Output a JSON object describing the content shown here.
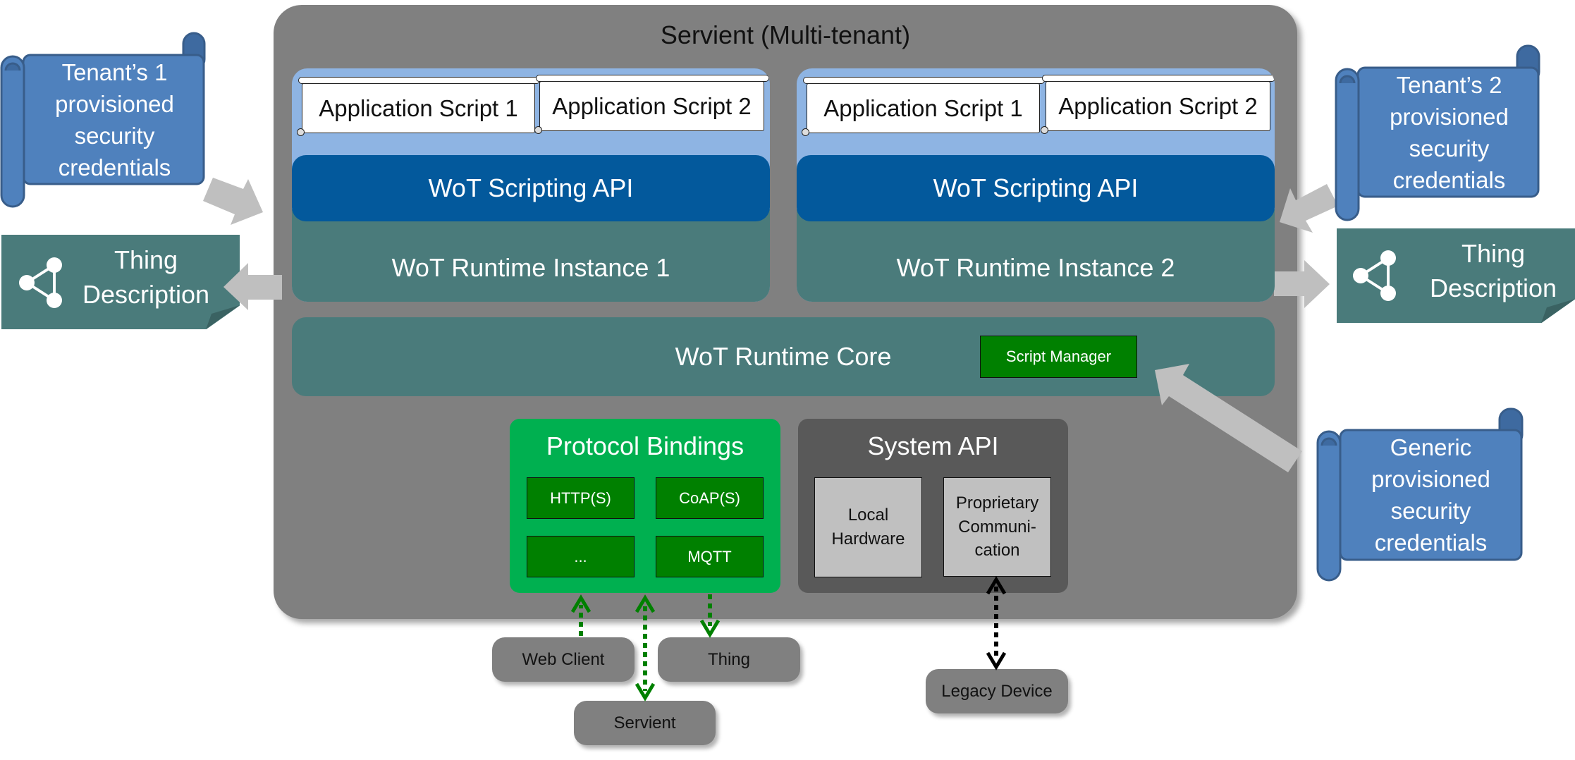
{
  "servient": {
    "title": "Servient (Multi-tenant)"
  },
  "instances": [
    {
      "scripts": [
        "Application Script 1",
        "Application Script 2"
      ],
      "api_label": "WoT Scripting API",
      "runtime_label": "WoT Runtime Instance 1"
    },
    {
      "scripts": [
        "Application Script 1",
        "Application Script 2"
      ],
      "api_label": "WoT Scripting API",
      "runtime_label": "WoT Runtime Instance 2"
    }
  ],
  "core": {
    "label": "WoT Runtime Core",
    "script_manager": "Script Manager"
  },
  "protocol_bindings": {
    "title": "Protocol Bindings",
    "items": [
      "HTTP(S)",
      "CoAP(S)",
      "...",
      "MQTT"
    ]
  },
  "system_api": {
    "title": "System API",
    "items": [
      "Local\nHardware",
      "Proprietary\nCommuni-\ncation"
    ],
    "local_hardware": [
      "Local",
      "Hardware"
    ],
    "proprietary": [
      "Proprietary",
      "Communi-",
      "cation"
    ]
  },
  "external": {
    "web_client": "Web Client",
    "thing": "Thing",
    "servient": "Servient",
    "legacy_device": "Legacy Device"
  },
  "credentials": {
    "tenant1": [
      "Tenant’s 1",
      "provisioned",
      "security",
      "credentials"
    ],
    "tenant2": [
      "Tenant’s 2",
      "provisioned",
      "security",
      "credentials"
    ],
    "generic": [
      "Generic",
      "provisioned",
      "security",
      "credentials"
    ]
  },
  "thing_descriptions": {
    "left": [
      "Thing",
      "Description"
    ],
    "right": [
      "Thing",
      "Description"
    ]
  },
  "icons": {
    "thing_description": "share-nodes-icon",
    "credentials": "scroll-icon"
  },
  "colors": {
    "servient": "#808080",
    "panel": "#8EB4E3",
    "scripting_api": "#03599C",
    "runtime": "#4A7B7B",
    "bindings": "#00B050",
    "binding_item": "#008000",
    "system_api": "#595959",
    "system_item": "#C0C0C0",
    "credential_scroll": "#4F81BD",
    "arrow": "#BFBFBF",
    "green_arrow": "#008000"
  }
}
